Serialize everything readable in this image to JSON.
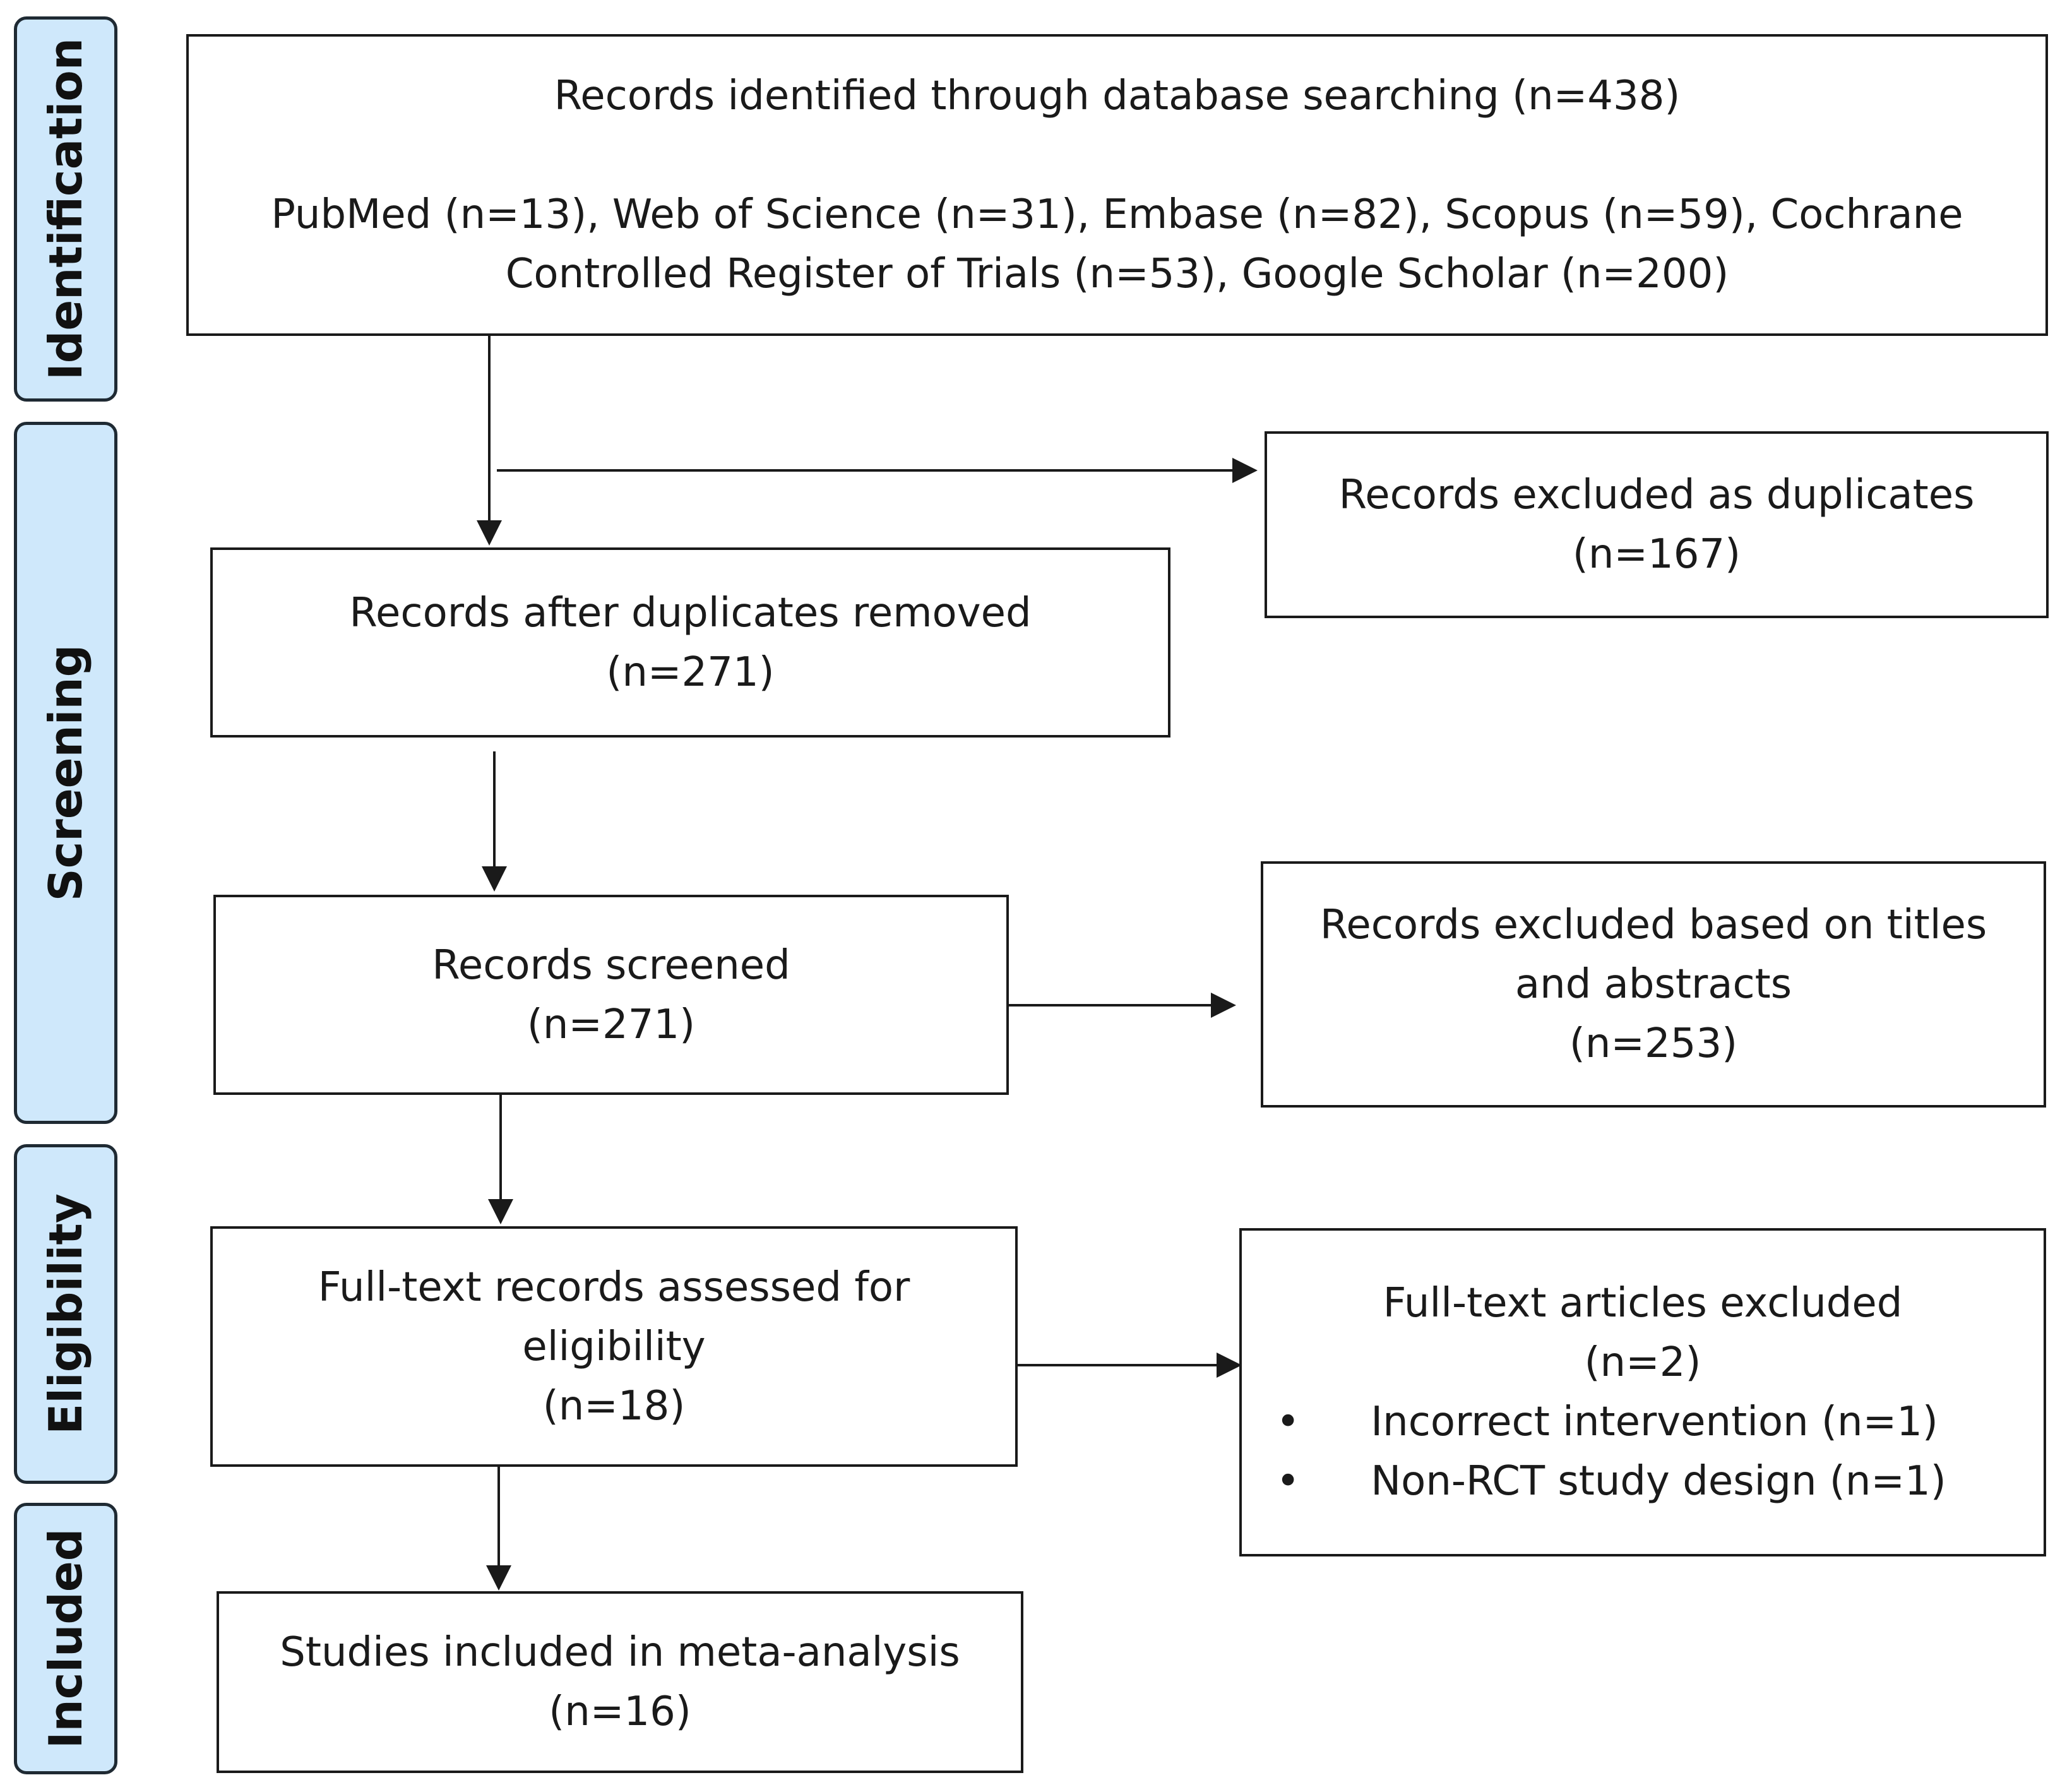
{
  "stages": [
    {
      "key": "identification",
      "label": "Identification"
    },
    {
      "key": "screening",
      "label": "Screening"
    },
    {
      "key": "eligibility",
      "label": "Eligibility"
    },
    {
      "key": "included",
      "label": "Included"
    }
  ],
  "boxes": {
    "identified": {
      "title": "Records identified through database searching (n=438)",
      "sources_line1": "PubMed (n=13), Web of Science (n=31), Embase (n=82), Scopus (n=59), Cochrane",
      "sources_line2": "Controlled Register of Trials (n=53), Google Scholar (n=200)"
    },
    "duplicates_excluded": {
      "title": "Records excluded as duplicates",
      "count": "(n=167)"
    },
    "after_duplicates": {
      "title": "Records after duplicates removed",
      "count": "(n=271)"
    },
    "screened": {
      "title": "Records screened",
      "count": "(n=271)"
    },
    "title_abstract_excluded": {
      "line1": "Records excluded based on titles",
      "line2": "and abstracts",
      "count": "(n=253)"
    },
    "fulltext_assessed": {
      "line1": "Full-text records assessed for",
      "line2": "eligibility",
      "count": "(n=18)"
    },
    "fulltext_excluded": {
      "title": "Full-text articles excluded",
      "count": "(n=2)",
      "reasons": [
        "Incorrect intervention (n=1)",
        "Non-RCT study design (n=1)"
      ]
    },
    "included": {
      "title": "Studies included in meta-analysis",
      "count": "(n=16)"
    }
  }
}
